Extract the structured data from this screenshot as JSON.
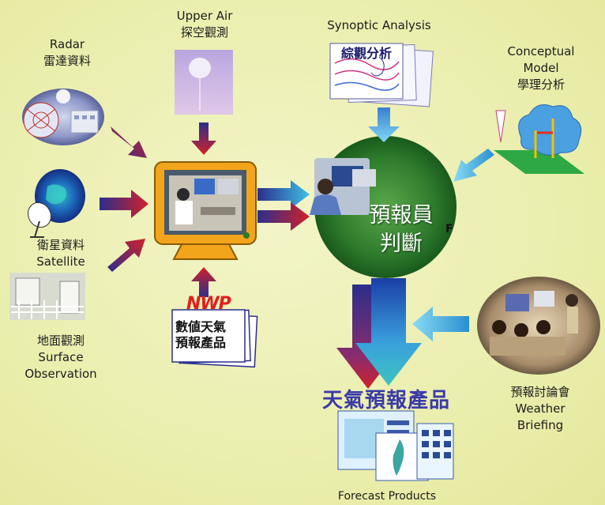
{
  "nodes": {
    "radar": {
      "en": "Radar",
      "zh": "雷達資料"
    },
    "upper_air": {
      "en": "Upper Air",
      "zh": "探空觀測"
    },
    "synoptic": {
      "en": "Synoptic Analysis",
      "card_zh": "綜觀分析"
    },
    "conceptual": {
      "en_line1": "Conceptual",
      "en_line2": "Model",
      "zh": "學理分析"
    },
    "satellite": {
      "zh": "衛星資料",
      "en": "Satellite"
    },
    "surface": {
      "zh": "地面觀測",
      "en_line1": "Surface",
      "en_line2": "Observation"
    },
    "nwp": {
      "title": "NWP",
      "line1": "數値天氣",
      "line2": "預報產品"
    },
    "forecaster": {
      "line1": "預報員",
      "line2": "判斷",
      "tag": "F"
    },
    "briefing": {
      "zh": "預報討論會",
      "en_line1": "Weather",
      "en_line2": "Briefing"
    },
    "products": {
      "zh": "天氣預報產品",
      "en": "Forecast Products"
    }
  },
  "colors": {
    "background": "#eef1b8",
    "arrow_red": "#d2202a",
    "arrow_navy": "#2b2e8c",
    "arrow_cyan": "#2fa8dc",
    "globe_green": "#2e7d32",
    "monitor_orange": "#f2a51a",
    "products_title": "#3a3aa8",
    "nwp_red": "#e0201b"
  }
}
